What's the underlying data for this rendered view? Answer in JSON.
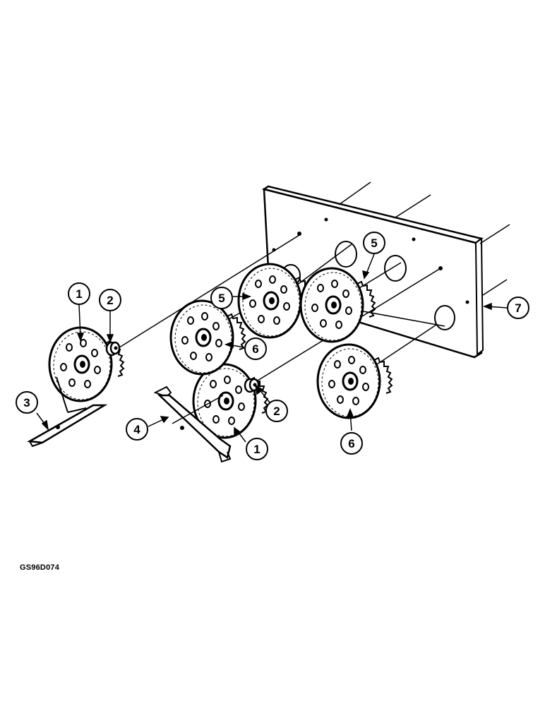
{
  "figure_code": "GS96D074",
  "callouts": {
    "c1a": "1",
    "c1b": "1",
    "c2a": "2",
    "c2b": "2",
    "c3": "3",
    "c4": "4",
    "c5a": "5",
    "c5b": "5",
    "c6a": "6",
    "c6b": "6",
    "c7": "7"
  }
}
